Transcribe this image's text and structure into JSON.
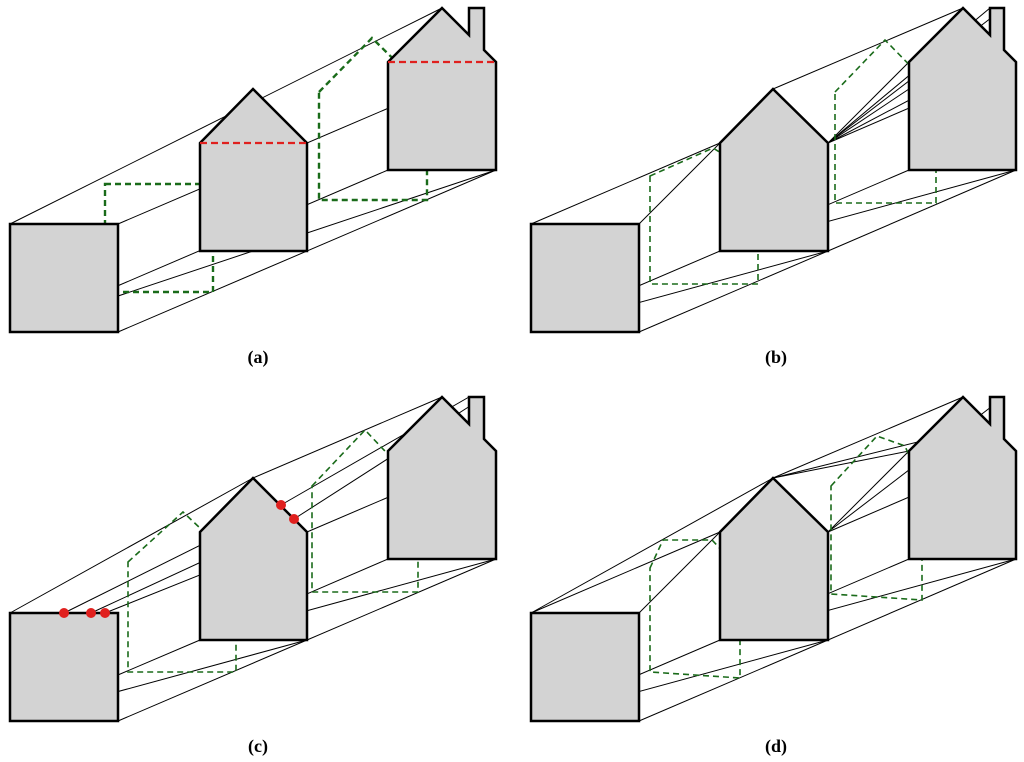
{
  "panels": [
    {
      "id": "a",
      "label": "(a)"
    },
    {
      "id": "b",
      "label": "(b)"
    },
    {
      "id": "c",
      "label": "(c)"
    },
    {
      "id": "d",
      "label": "(d)"
    }
  ],
  "colors": {
    "shape_fill": "#d3d3d3",
    "outline": "#000000",
    "interpolated": "#1a6b1a",
    "highlight": "#e0201e"
  }
}
